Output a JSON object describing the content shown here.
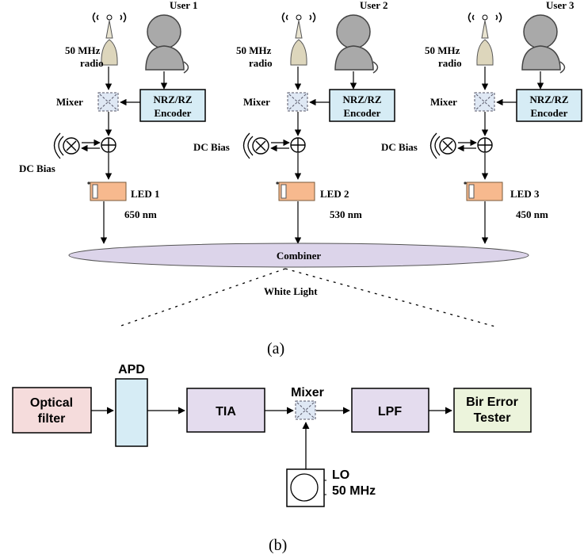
{
  "part_a": {
    "users": [
      {
        "user": "User 1",
        "radio": [
          "50 MHz",
          "radio"
        ],
        "mixer": "Mixer",
        "encoder": [
          "NRZ/RZ",
          "Encoder"
        ],
        "dc_bias": "DC Bias",
        "led": "LED 1",
        "wavelength": "650 nm",
        "colors": {
          "led": "#f7b98e"
        }
      },
      {
        "user": "User 2",
        "radio": [
          "50 MHz",
          "radio"
        ],
        "mixer": "Mixer",
        "encoder": [
          "NRZ/RZ",
          "Encoder"
        ],
        "dc_bias": "DC Bias",
        "led": "LED 2",
        "wavelength": "530 nm",
        "colors": {
          "led": "#f7b98e"
        }
      },
      {
        "user": "User 3",
        "radio": [
          "50 MHz",
          "radio"
        ],
        "mixer": "Mixer",
        "encoder": [
          "NRZ/RZ",
          "Encoder"
        ],
        "dc_bias": "DC Bias",
        "led": "LED 3",
        "wavelength": "450 nm",
        "colors": {
          "led": "#f7b98e"
        }
      }
    ],
    "combiner": "Combiner",
    "white_light": "White Light",
    "caption": "(a)"
  },
  "part_b": {
    "optical_filter": [
      "Optical",
      "filter"
    ],
    "apd": "APD",
    "tia": "TIA",
    "mixer": "Mixer",
    "lpf": "LPF",
    "tester": [
      "Bir Error",
      "Tester"
    ],
    "lo": [
      "LO",
      "50 MHz"
    ],
    "caption": "(b)"
  },
  "colors": {
    "encoder_fill": "#d6ecf5",
    "combiner_fill": "#dcd4ea",
    "optical_filter_fill": "#f5dcdc",
    "apd_fill": "#d6ecf5",
    "tia_fill": "#e4dcee",
    "lpf_fill": "#e4dcee",
    "tester_fill": "#ecf4dc",
    "mixer_fill": "#dfe8f4",
    "user_fill": "#a9a9a9"
  }
}
